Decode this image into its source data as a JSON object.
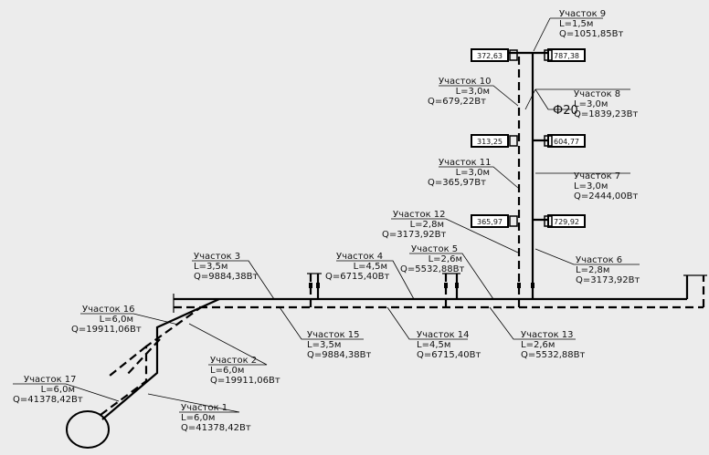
{
  "diagram": {
    "type": "heating-system-axonometric-scheme",
    "line_color": "#000000",
    "background": "#ececec",
    "pipe_diameter_label": "Ф20",
    "radiators": [
      {
        "id": "r-372",
        "value": "372,63"
      },
      {
        "id": "r-787",
        "value": "787,38"
      },
      {
        "id": "r-313",
        "value": "313,25"
      },
      {
        "id": "r-604",
        "value": "604,77"
      },
      {
        "id": "r-365",
        "value": "365,97"
      },
      {
        "id": "r-729",
        "value": "729,92"
      }
    ],
    "sections": [
      {
        "name": "Участок 1",
        "length": "L=6,0м",
        "heat": "Q=41378,42Вт"
      },
      {
        "name": "Участок 2",
        "length": "L=6,0м",
        "heat": "Q=19911,06Вт"
      },
      {
        "name": "Участок 3",
        "length": "L=3,5м",
        "heat": "Q=9884,38Вт"
      },
      {
        "name": "Участок 4",
        "length": "L=4,5м",
        "heat": "Q=6715,40Вт"
      },
      {
        "name": "Участок 5",
        "length": "L=2,6м",
        "heat": "Q=5532,88Вт"
      },
      {
        "name": "Участок 6",
        "length": "L=2,8м",
        "heat": "Q=3173,92Вт"
      },
      {
        "name": "Участок 7",
        "length": "L=3,0м",
        "heat": "Q=2444,00Вт"
      },
      {
        "name": "Участок 8",
        "length": "L=3,0м",
        "heat": "Q=1839,23Вт"
      },
      {
        "name": "Участок 9",
        "length": "L=1,5м",
        "heat": "Q=1051,85Вт"
      },
      {
        "name": "Участок 10",
        "length": "L=3,0м",
        "heat": "Q=679,22Вт"
      },
      {
        "name": "Участок 11",
        "length": "L=3,0м",
        "heat": "Q=365,97Вт"
      },
      {
        "name": "Участок 12",
        "length": "L=2,8м",
        "heat": "Q=3173,92Вт"
      },
      {
        "name": "Участок 13",
        "length": "L=2,6м",
        "heat": "Q=5532,88Вт"
      },
      {
        "name": "Участок 14",
        "length": "L=4,5м",
        "heat": "Q=6715,40Вт"
      },
      {
        "name": "Участок 15",
        "length": "L=3,5м",
        "heat": "Q=9884,38Вт"
      },
      {
        "name": "Участок 16",
        "length": "L=6,0м",
        "heat": "Q=19911,06Вт"
      },
      {
        "name": "Участок 17",
        "length": "L=6,0м",
        "heat": "Q=41378,42Вт"
      }
    ]
  }
}
